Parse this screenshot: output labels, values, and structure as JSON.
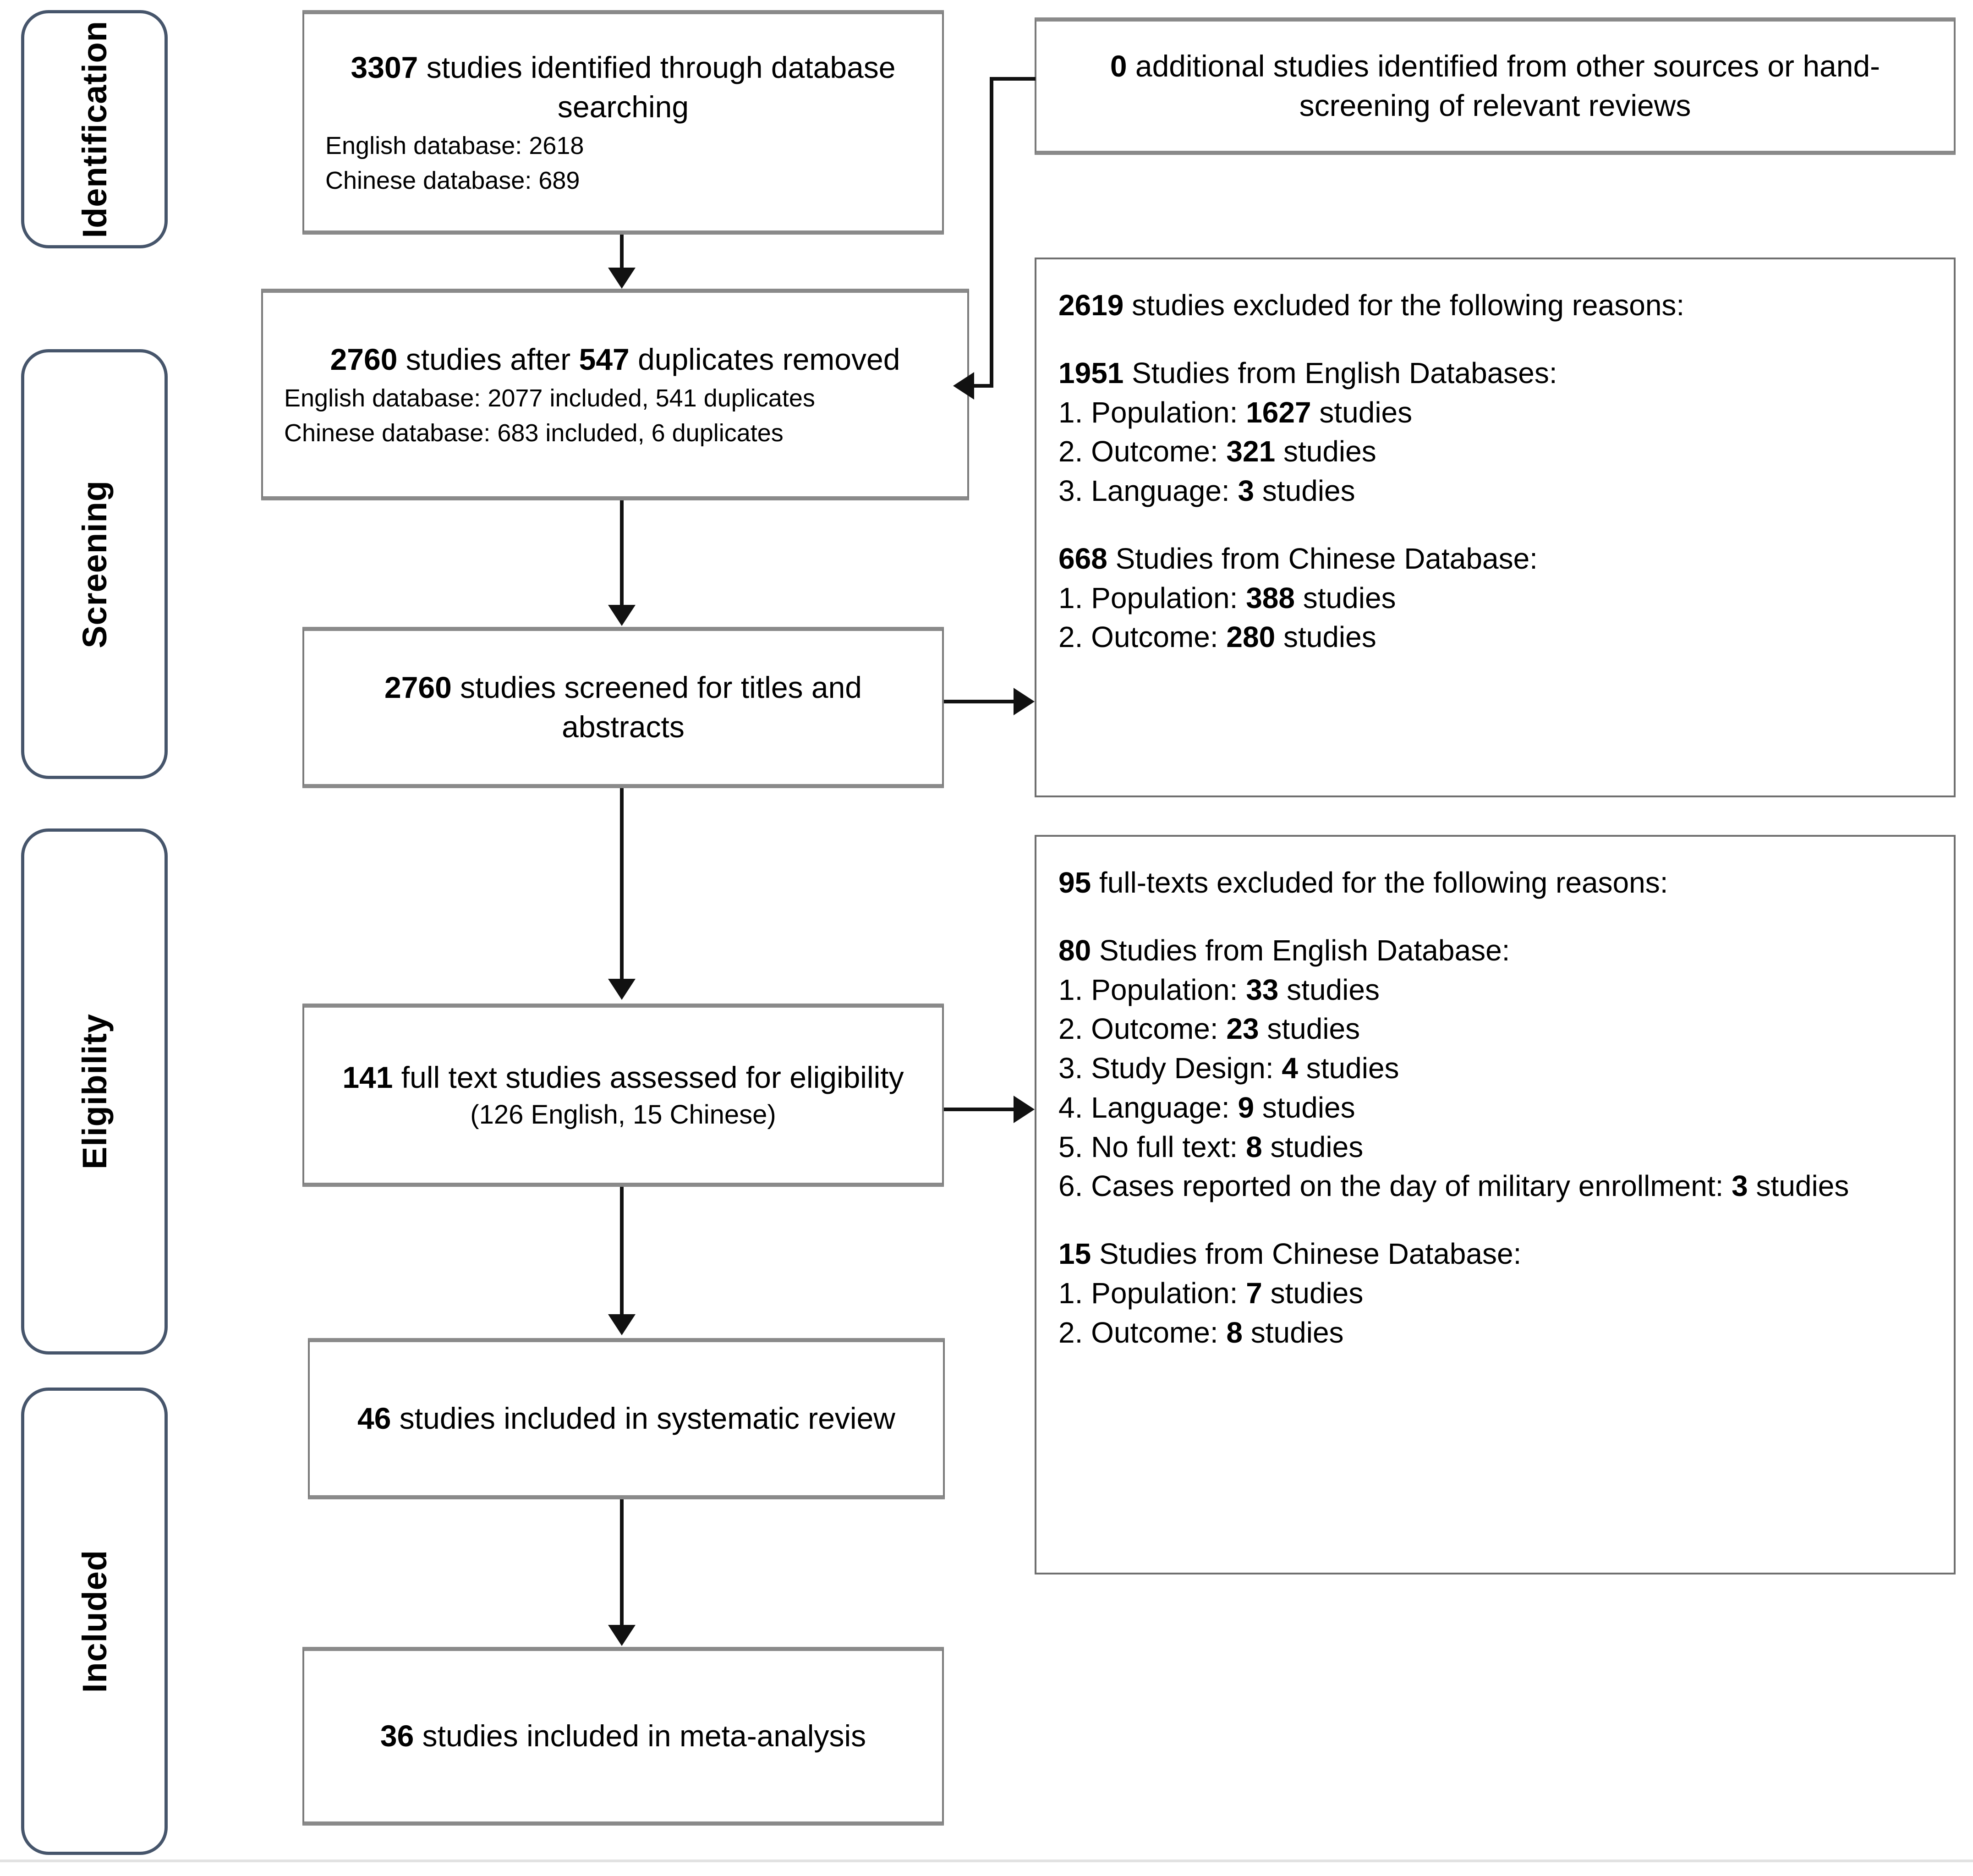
{
  "stages": [
    {
      "label": "Identification"
    },
    {
      "label": "Screening"
    },
    {
      "label": "Eligibility"
    },
    {
      "label": "Included"
    }
  ],
  "boxes": {
    "identified": {
      "count": "3307",
      "main_text": " studies identified through database searching",
      "sub1": "English database: 2618",
      "sub2": "Chinese database: 689"
    },
    "other_sources": {
      "count": "0",
      "main_text": " additional studies identified from other sources or hand-screening of relevant reviews"
    },
    "duplicates_removed": {
      "count_a": "2760",
      "mid_text": " studies after ",
      "count_b": "547",
      "tail_text": " duplicates removed",
      "sub1": "English database: 2077 included, 541 duplicates",
      "sub2": "Chinese database: 683 included, 6 duplicates"
    },
    "screened": {
      "count": "2760",
      "main_text": " studies screened for titles and abstracts"
    },
    "screening_excluded": {
      "header_count": "2619",
      "header_text": " studies excluded for the following reasons:",
      "english_count": "1951",
      "english_text": " Studies from English Databases:",
      "english_items": [
        {
          "prefix": "1. Population: ",
          "value": "1627",
          "suffix": " studies"
        },
        {
          "prefix": "2. Outcome: ",
          "value": "321",
          "suffix": " studies"
        },
        {
          "prefix": "3. Language: ",
          "value": "3",
          "suffix": " studies"
        }
      ],
      "chinese_count": "668",
      "chinese_text": " Studies from Chinese Database:",
      "chinese_items": [
        {
          "prefix": "1. Population: ",
          "value": "388",
          "suffix": " studies"
        },
        {
          "prefix": "2. Outcome: ",
          "value": "280",
          "suffix": " studies"
        }
      ]
    },
    "full_text_assessed": {
      "count": "141",
      "main_text": " full text studies assessed for eligibility",
      "paren": "(126 English, 15 Chinese)"
    },
    "fulltext_excluded": {
      "header_count": "95",
      "header_text": " full-texts excluded for the following reasons:",
      "english_count": "80",
      "english_text": " Studies from English Database:",
      "english_items": [
        {
          "prefix": "1. Population: ",
          "value": "33",
          "suffix": " studies"
        },
        {
          "prefix": "2. Outcome: ",
          "value": "23",
          "suffix": " studies"
        },
        {
          "prefix": "3. Study Design: ",
          "value": "4",
          "suffix": " studies"
        },
        {
          "prefix": "4. Language: ",
          "value": "9",
          "suffix": " studies"
        },
        {
          "prefix": "5. No full text: ",
          "value": "8",
          "suffix": " studies"
        },
        {
          "prefix": "6. Cases reported on the day of military enrollment: ",
          "value": "3",
          "suffix": " studies"
        }
      ],
      "chinese_count": "15",
      "chinese_text": " Studies from Chinese Database:",
      "chinese_items": [
        {
          "prefix": "1. Population: ",
          "value": "7",
          "suffix": " studies"
        },
        {
          "prefix": "2. Outcome: ",
          "value": "8",
          "suffix": " studies"
        }
      ]
    },
    "systematic_review": {
      "count": "46",
      "main_text": " studies included in systematic review"
    },
    "meta_analysis": {
      "count": "36",
      "main_text": " studies included in meta-analysis"
    }
  },
  "colors": {
    "stage_border": "#46556B",
    "box_border": "#7a7a7a",
    "connector": "#111111",
    "text": "#000000",
    "background": "#ffffff"
  }
}
